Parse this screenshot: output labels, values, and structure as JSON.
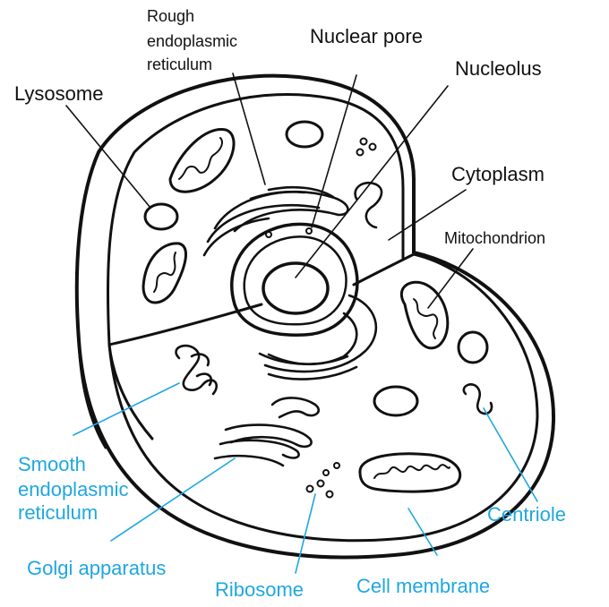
{
  "labels": {
    "rough_er_1": "Rough",
    "rough_er_2": "endoplasmic",
    "rough_er_3": "reticulum",
    "nuclear_pore": "Nuclear pore",
    "nucleolus": "Nucleolus",
    "lysosome": "Lysosome",
    "cytoplasm": "Cytoplasm",
    "mitochondrion": "Mitochondrion",
    "smooth_er_1": "Smooth",
    "smooth_er_2": "endoplasmic",
    "smooth_er_3": "reticulum",
    "centriole": "Centriole",
    "golgi": "Golgi apparatus",
    "ribosome": "Ribosome",
    "cell_membrane": "Cell membrane"
  },
  "colors": {
    "ink": "#111111",
    "accent": "#1fa7e0",
    "background": "#ffffff"
  }
}
